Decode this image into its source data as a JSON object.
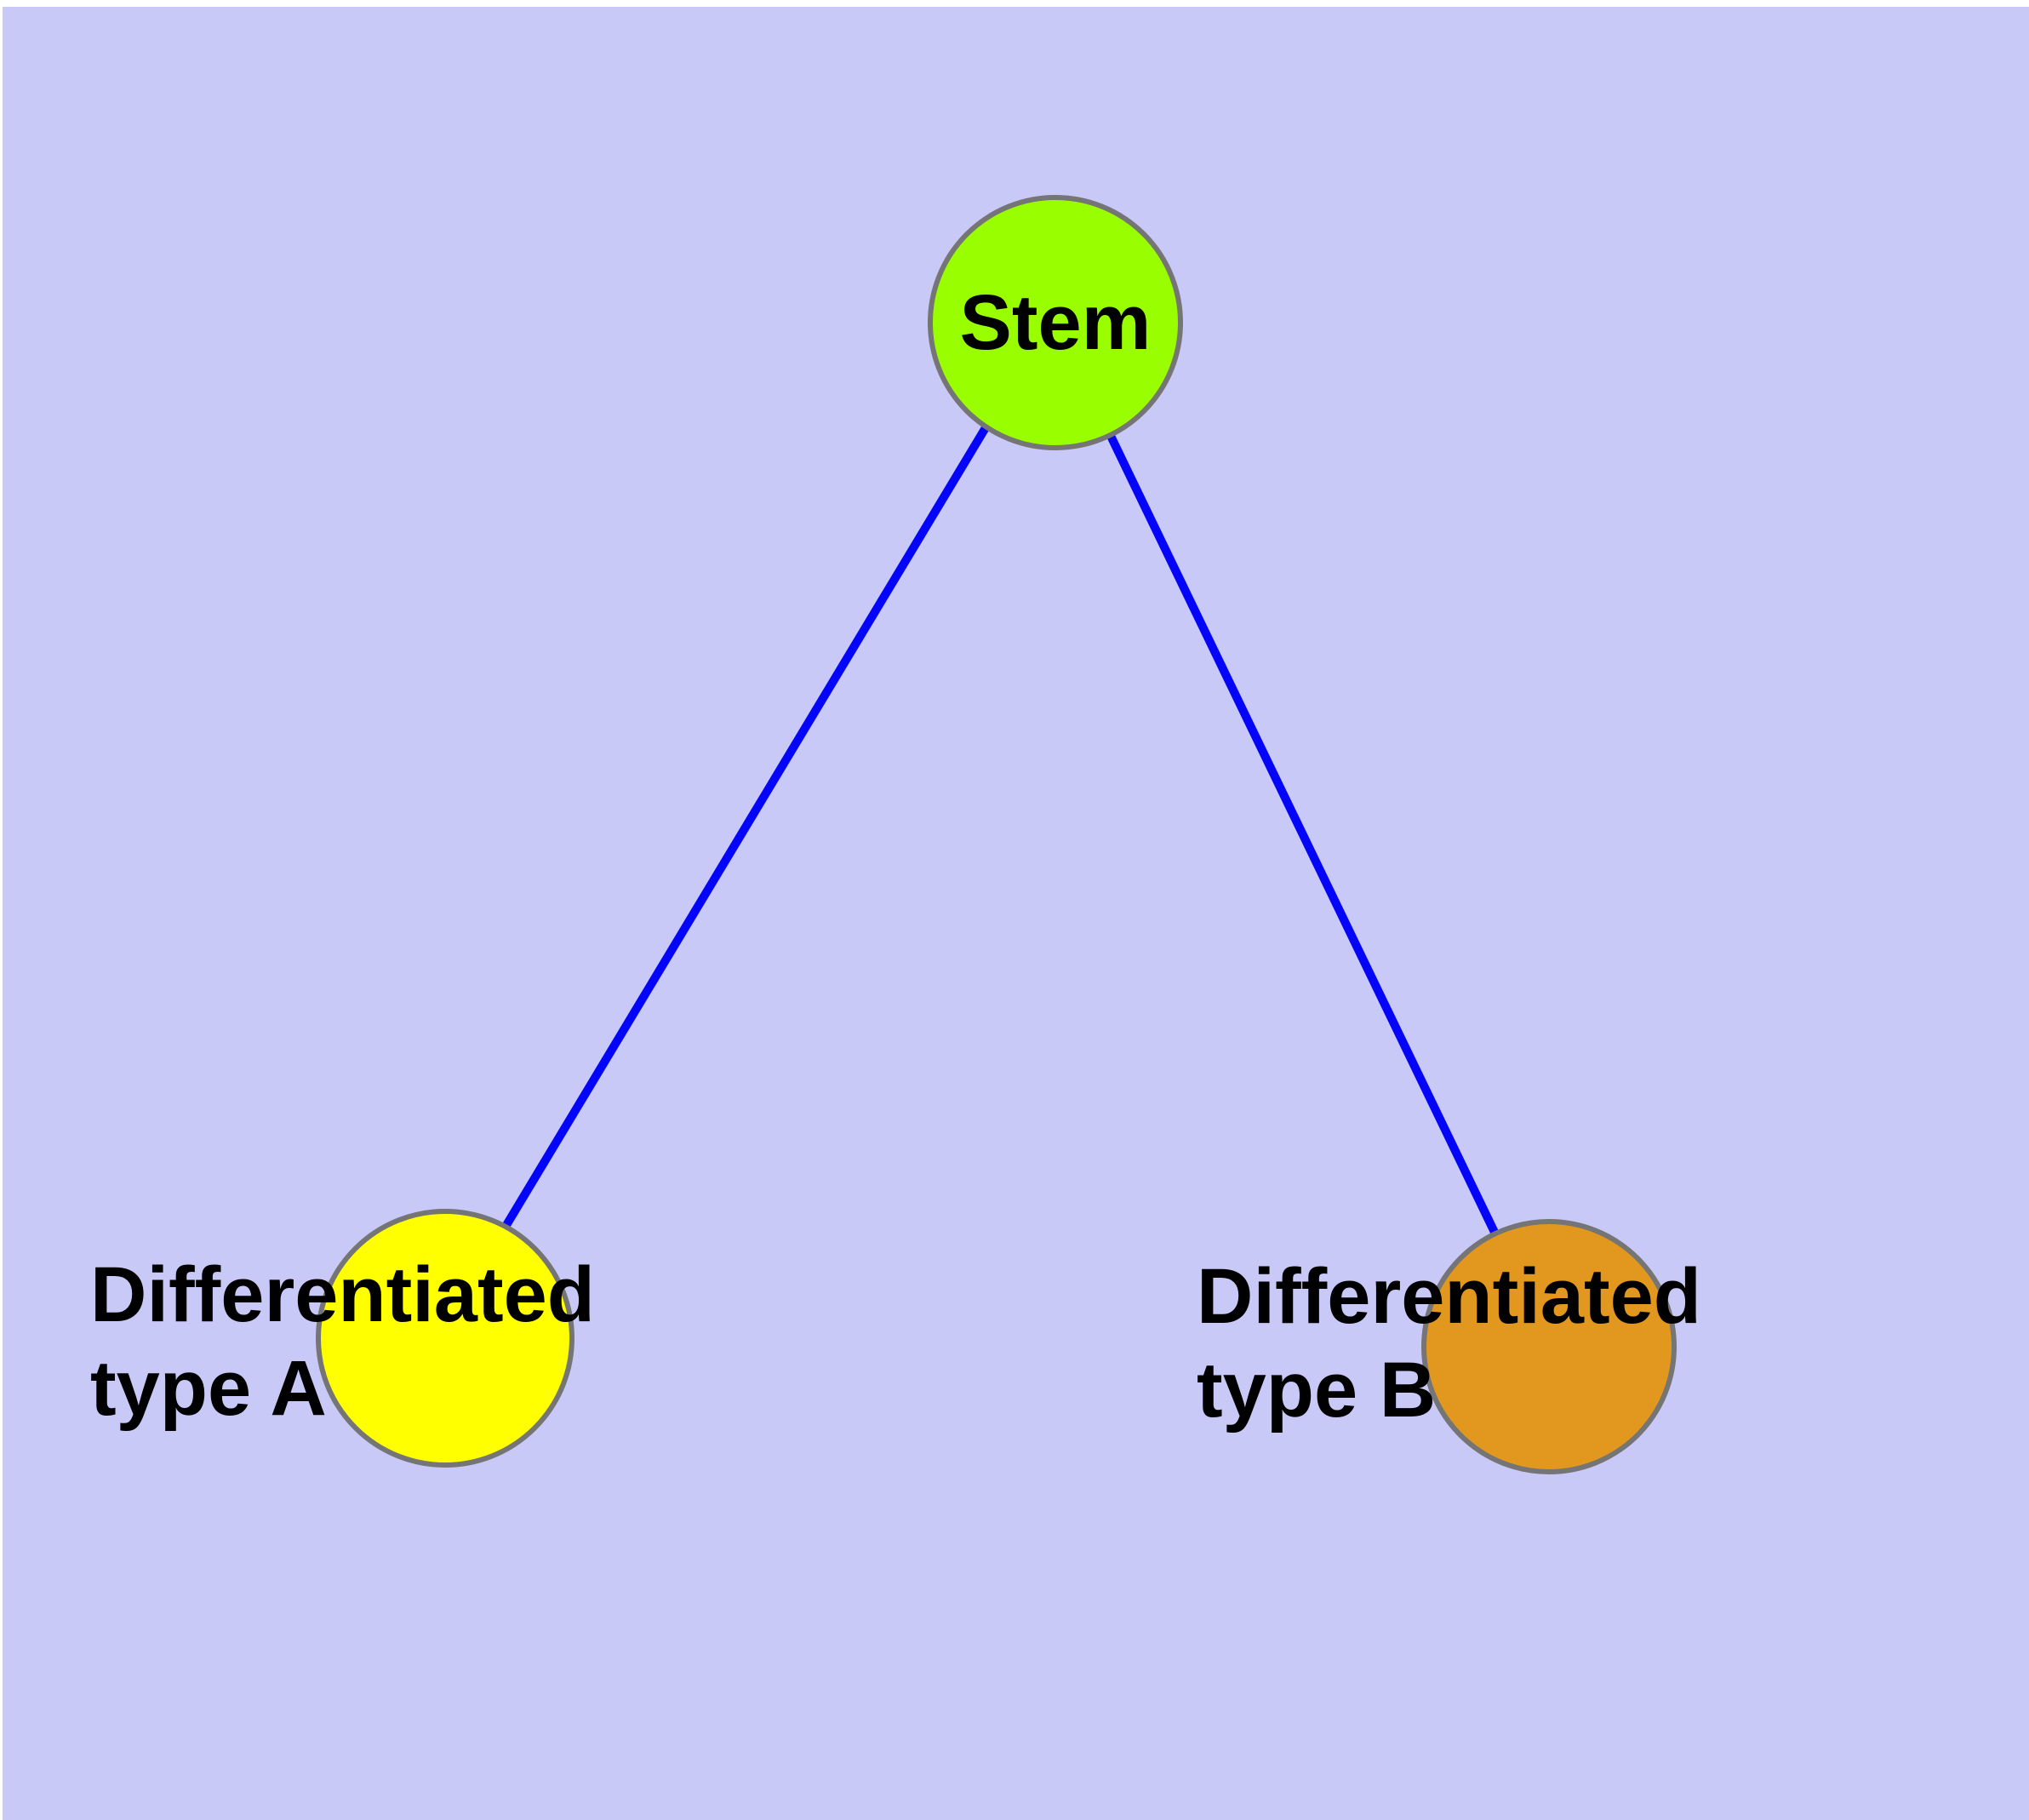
{
  "diagram": {
    "type": "cell-differentiation-graph",
    "background_color": "#C9C9F8",
    "edge_color": "#0404FA",
    "node_border_color": "#757575",
    "label_color": "#000000",
    "nodes": [
      {
        "id": "stem",
        "label": "Stem",
        "fill": "#99FF00"
      },
      {
        "id": "typeA",
        "label": "Differentiated\ntype A",
        "fill": "#FFFF00"
      },
      {
        "id": "typeB",
        "label": "Differentiated\ntype B",
        "fill": "#E2981F"
      }
    ],
    "edges": [
      {
        "from": "stem",
        "to": "typeA"
      },
      {
        "from": "stem",
        "to": "typeB"
      }
    ]
  }
}
